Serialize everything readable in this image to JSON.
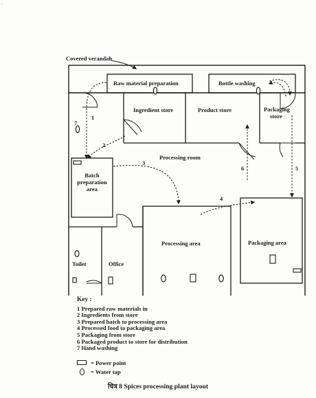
{
  "labels": {
    "verandah": "Covered verandah",
    "raw_material": "Raw material preparation",
    "bottle_washing": "Bottle washing",
    "ingredient_store": "Ingredient store",
    "product_store": "Product store",
    "packaging_store_1": "Packaging",
    "packaging_store_2": "store",
    "processing_room": "Processing room",
    "batch_1": "Batch",
    "batch_2": "preparation",
    "batch_3": "area",
    "processing_area": "Processing area",
    "packaging_area": "Packaging area",
    "toilet": "Toilet",
    "office": "Office"
  },
  "flow_numbers": [
    "1",
    "2",
    "3",
    "4",
    "5",
    "6",
    "7"
  ],
  "key": {
    "title": "Key :",
    "items": [
      "1  Prepared raw materials in",
      "2  Ingredients from store",
      "3  Prepared batch to processing area",
      "4  Processed food to packaging area",
      "5  Packaging from store",
      "6  Packaged product to store for distribution",
      "7  Hand washing"
    ]
  },
  "legend": {
    "power_point": "= Power point",
    "water_tap": "= Water tap"
  },
  "caption": "चित्र 8 Spices processing plant layout"
}
